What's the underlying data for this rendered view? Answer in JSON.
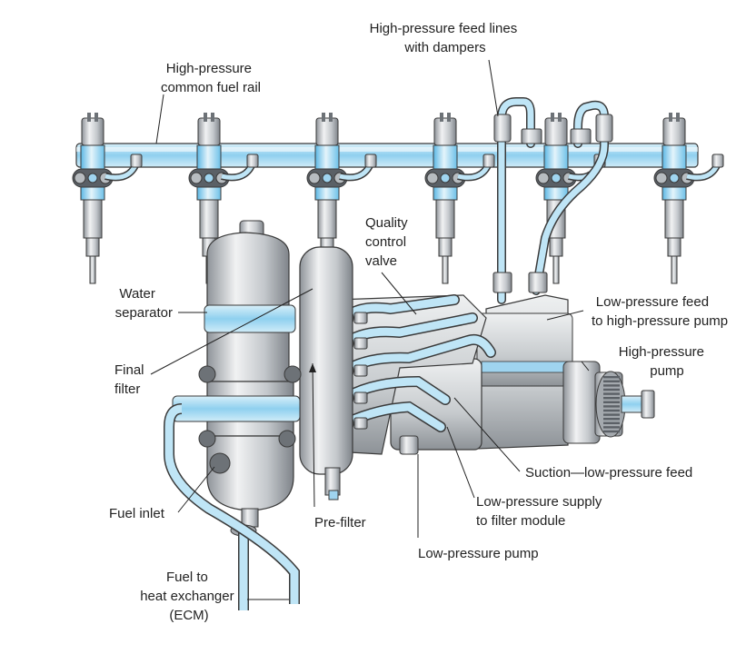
{
  "diagram": {
    "labels": {
      "feed_lines": [
        "High-pressure feed lines",
        "with dampers"
      ],
      "rail": [
        "High-pressure",
        "common fuel rail"
      ],
      "quality_valve": [
        "Quality",
        "control",
        "valve"
      ],
      "water_separator": [
        "Water",
        "separator"
      ],
      "final_filter": [
        "Final",
        "filter"
      ],
      "lp_feed": [
        "Low-pressure feed",
        "to high-pressure pump"
      ],
      "hp_pump": [
        "High-pressure",
        "pump"
      ],
      "suction": [
        "Suction—low-pressure feed"
      ],
      "lp_supply": [
        "Low-pressure supply",
        "to filter module"
      ],
      "fuel_inlet": [
        "Fuel inlet"
      ],
      "pre_filter": [
        "Pre-filter"
      ],
      "lp_pump": [
        "Low-pressure pump"
      ],
      "heat_exchanger": [
        "Fuel to",
        "heat exchanger",
        "(ECM)"
      ]
    },
    "colors": {
      "metal_light": "#e6e8ea",
      "metal_mid": "#b9bdc2",
      "metal_dark": "#8b9096",
      "fuel_blue": "#9fd4ef",
      "fuel_blue_deep": "#4fb3e6",
      "outline": "#3a3a3a"
    }
  }
}
